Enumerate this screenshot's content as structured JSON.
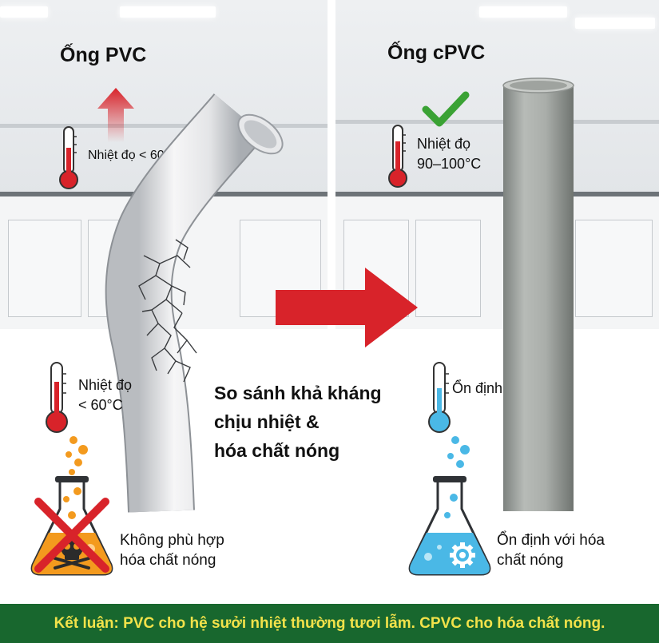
{
  "left_panel": {
    "heading": "Ống PVC",
    "thermometer_label": "Nhiệt đọ < 60°C"
  },
  "right_panel": {
    "heading": "Ống cPVC",
    "thermometer_label": "Nhiệt đọ\n90–100°C"
  },
  "center_title": "So sánh khả kháng\nchịu nhiệt &\nhóa chất nóng",
  "lower_left": {
    "thermometer_label": "Nhiệt đọ\n< 60°C",
    "flask_caption": "Không phù hợp\nhóa chất nóng"
  },
  "lower_right": {
    "thermometer_label": "Ổn định",
    "flask_caption": "Ổn định với hóa\nchất nóng"
  },
  "footer": {
    "conclusion": "Kết luận: PVC cho hệ sưởi nhiệt thường tươi lẫm. CPVC cho hóa chất nóng."
  },
  "colors": {
    "danger_red": "#d8232a",
    "check_green": "#3aa234",
    "footer_green": "#18672e",
    "footer_text": "#f2e24a",
    "hot_orange": "#f39a1e",
    "cool_blue": "#4ab8e6"
  },
  "icons": [
    "thermometer-hot-icon",
    "up-arrow-icon",
    "check-icon",
    "right-arrow-icon",
    "thermometer-cool-icon",
    "flask-hot-icon",
    "cross-icon",
    "skull-icon",
    "flask-cool-icon",
    "gear-icon"
  ]
}
